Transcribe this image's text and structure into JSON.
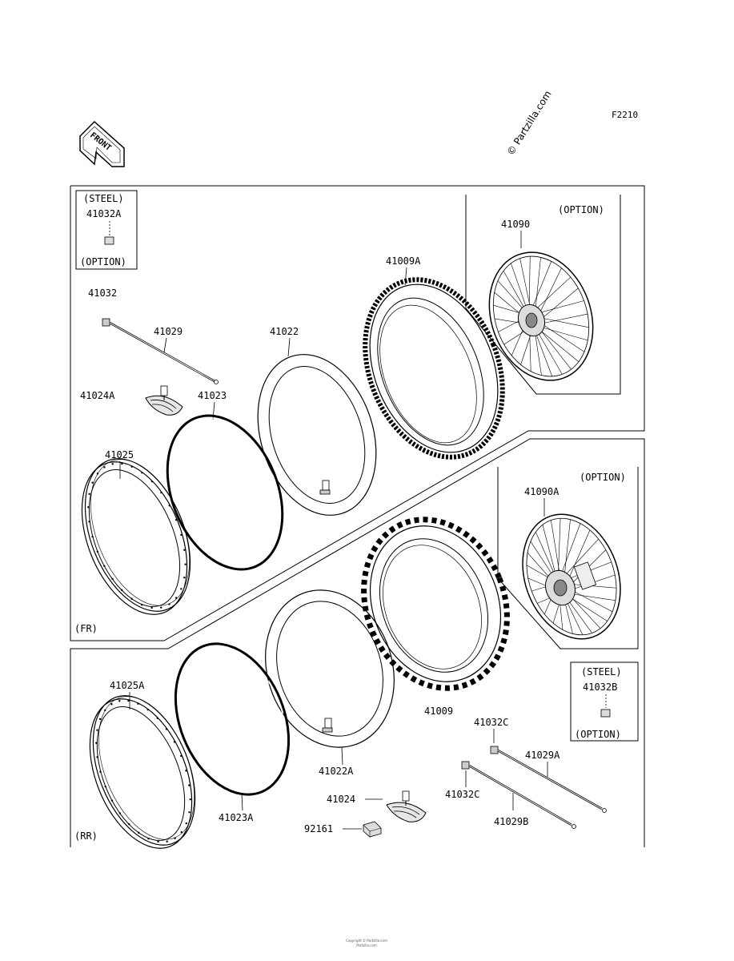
{
  "figure_code": "F2210",
  "copyright": "© Partzilla.com",
  "front_label": "FRONT",
  "footer_lines": [
    "Copyright © Partzilla.com",
    "Partzilla.com"
  ],
  "steel_box_front": {
    "title": "(STEEL)",
    "part": "41032A",
    "note": "(OPTION)"
  },
  "steel_box_rear": {
    "title": "(STEEL)",
    "part": "41032B",
    "note": "(OPTION)"
  },
  "front_option_label": "(OPTION)",
  "rear_option_label": "(OPTION)",
  "front_section_label": "(FR)",
  "rear_section_label": "(RR)",
  "parts": {
    "p41032": "41032",
    "p41029": "41029",
    "p41022": "41022",
    "p41009A": "41009A",
    "p41090": "41090",
    "p41024A": "41024A",
    "p41023": "41023",
    "p41025": "41025",
    "p41090A": "41090A",
    "p41025A": "41025A",
    "p41009": "41009",
    "p41032C_top": "41032C",
    "p41029A": "41029A",
    "p41022A": "41022A",
    "p41024": "41024",
    "p41032C_bot": "41032C",
    "p41029B": "41029B",
    "p41023A": "41023A",
    "p92161": "92161"
  }
}
